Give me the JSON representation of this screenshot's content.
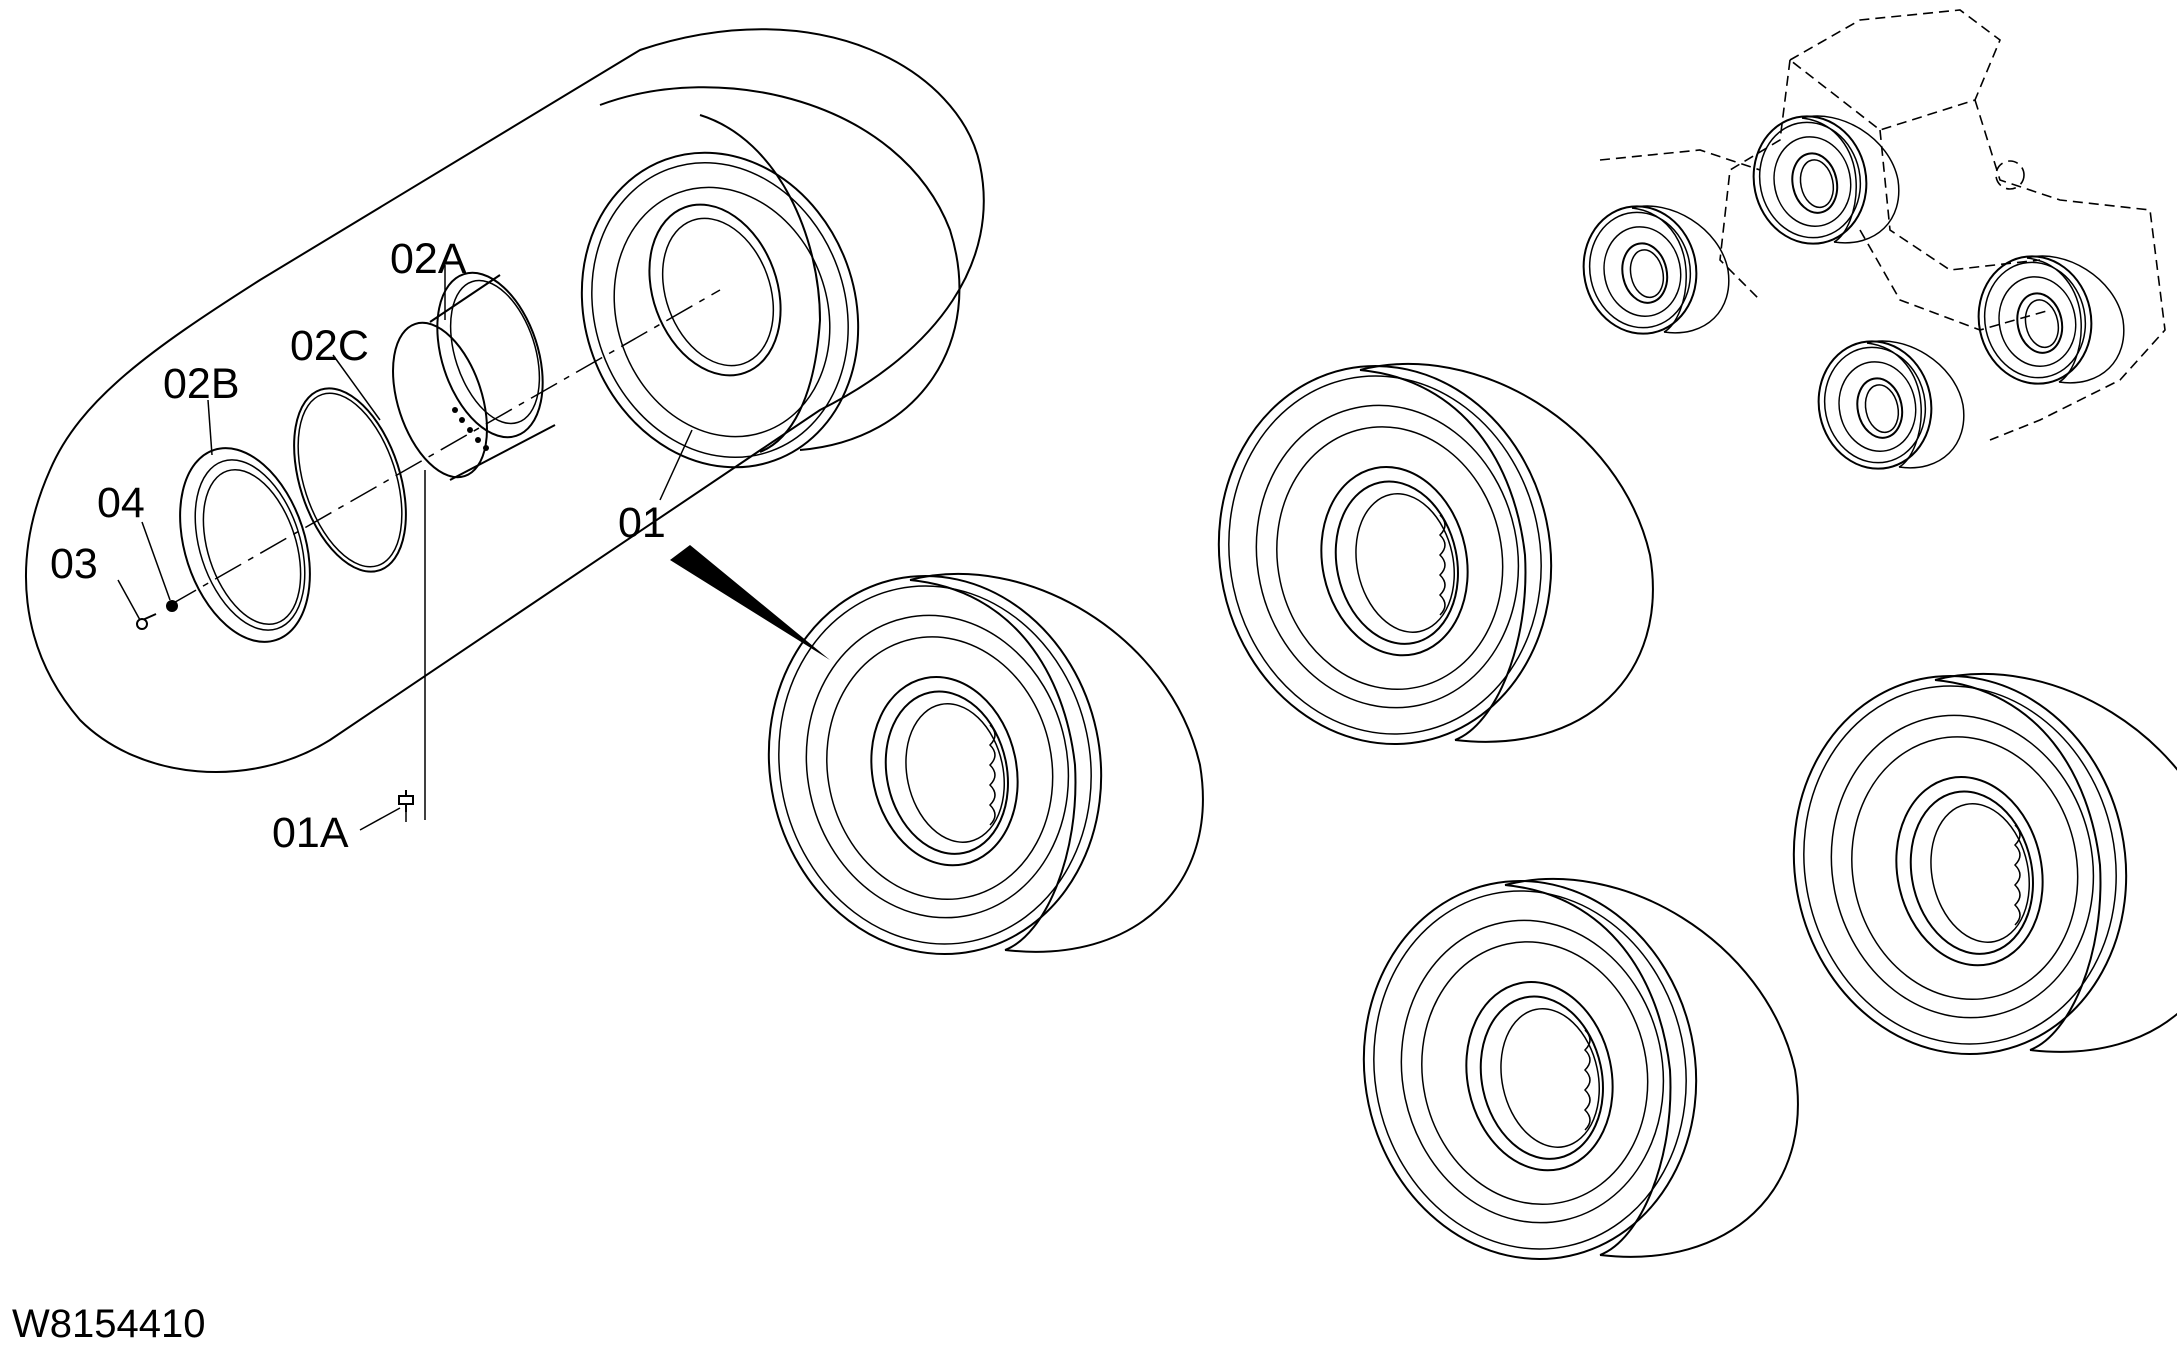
{
  "callouts": {
    "part_01": "01",
    "part_01A": "01A",
    "part_02A": "02A",
    "part_02B": "02B",
    "part_02C": "02C",
    "part_03": "03",
    "part_04": "04"
  },
  "figure_id": "W8154410"
}
